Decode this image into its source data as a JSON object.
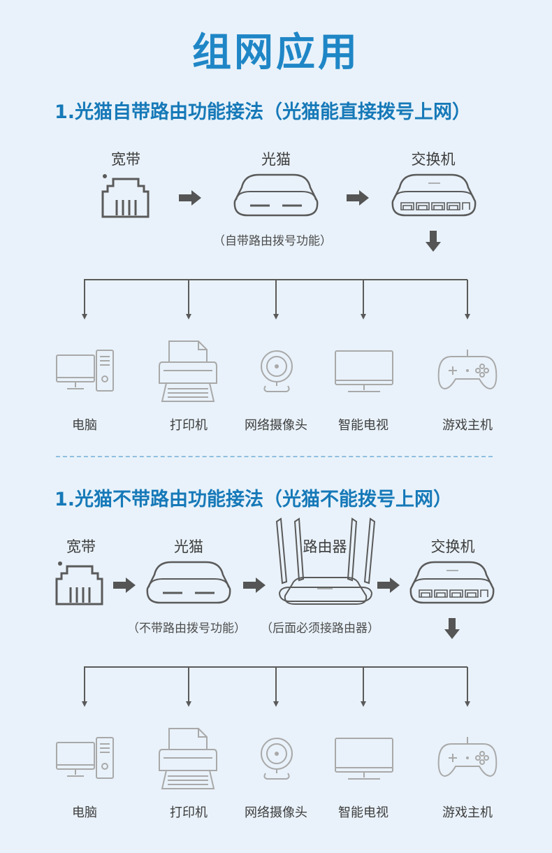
{
  "title": "组网应用",
  "section1": {
    "heading": "1.光猫自带路由功能接法（光猫能直接拨号上网）",
    "labels": {
      "broadband": "宽带",
      "modem": "光猫",
      "switch": "交换机"
    },
    "modem_note": "（自带路由拨号功能）",
    "devices": [
      "电脑",
      "打印机",
      "网络摄像头",
      "智能电视",
      "游戏主机"
    ]
  },
  "section2": {
    "heading": "1.光猫不带路由功能接法（光猫不能拨号上网）",
    "labels": {
      "broadband": "宽带",
      "modem": "光猫",
      "router": "路由器",
      "switch": "交换机"
    },
    "modem_note": "（不带路由拨号功能）",
    "router_note": "（后面必须接路由器）",
    "devices": [
      "电脑",
      "打印机",
      "网络摄像头",
      "智能电视",
      "游戏主机"
    ]
  },
  "icons": [
    "ethernet-port-icon",
    "modem-icon",
    "switch-icon",
    "router-icon",
    "computer-icon",
    "printer-icon",
    "webcam-icon",
    "tv-icon",
    "gamepad-icon",
    "arrow-right-icon",
    "arrow-down-icon"
  ],
  "colors": {
    "title": "#1f86c6",
    "heading": "#1679b8",
    "background": "#e9f2fa",
    "device_line": "#5a5a5a",
    "device_gray": "#a9a9a9"
  }
}
